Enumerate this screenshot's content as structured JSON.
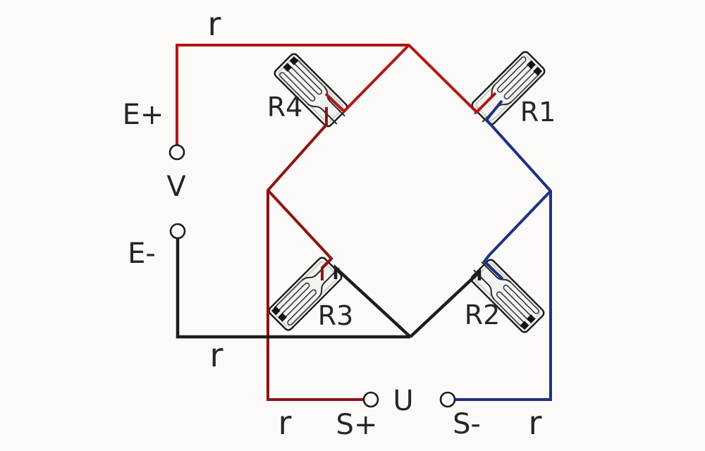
{
  "labels": {
    "lead_top": "r",
    "excitation_positive": "E+",
    "excitation_voltage": "V",
    "excitation_negative": "E-",
    "lead_bottom": "r",
    "lead_sense_positive": "r",
    "sense_positive": "S+",
    "output_voltage": "U",
    "sense_negative": "S-",
    "lead_sense_negative": "r"
  },
  "gauges": [
    {
      "id": "R1",
      "label": "R1"
    },
    {
      "id": "R2",
      "label": "R2"
    },
    {
      "id": "R3",
      "label": "R3"
    },
    {
      "id": "R4",
      "label": "R4"
    }
  ],
  "colors": {
    "excitation_wire": "#b21616",
    "excitation_wire_dark": "#8e1414",
    "sense_wire": "#203086",
    "neutral_wire": "#1d1d1d"
  }
}
